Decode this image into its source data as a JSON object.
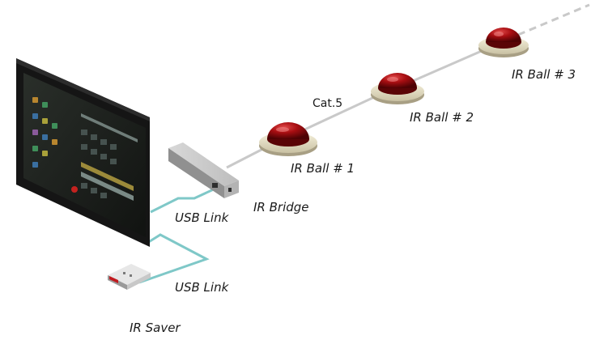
{
  "labels": {
    "cat5": "Cat.5",
    "ir_ball_1": "IR  Ball # 1",
    "ir_ball_2": "IR  Ball # 2",
    "ir_ball_3": "IR  Ball # 3",
    "ir_bridge": "IR Bridge",
    "usb_link_upper": "USB Link",
    "usb_link_lower": "USB Link",
    "ir_saver": "IR Saver"
  },
  "colors": {
    "cat5_cable": "#c9c9c9",
    "usb_cable": "#7fc8c8",
    "ball_red": "#a40d12",
    "ball_base": "#ece6cc",
    "monitor_frame": "#151515"
  }
}
